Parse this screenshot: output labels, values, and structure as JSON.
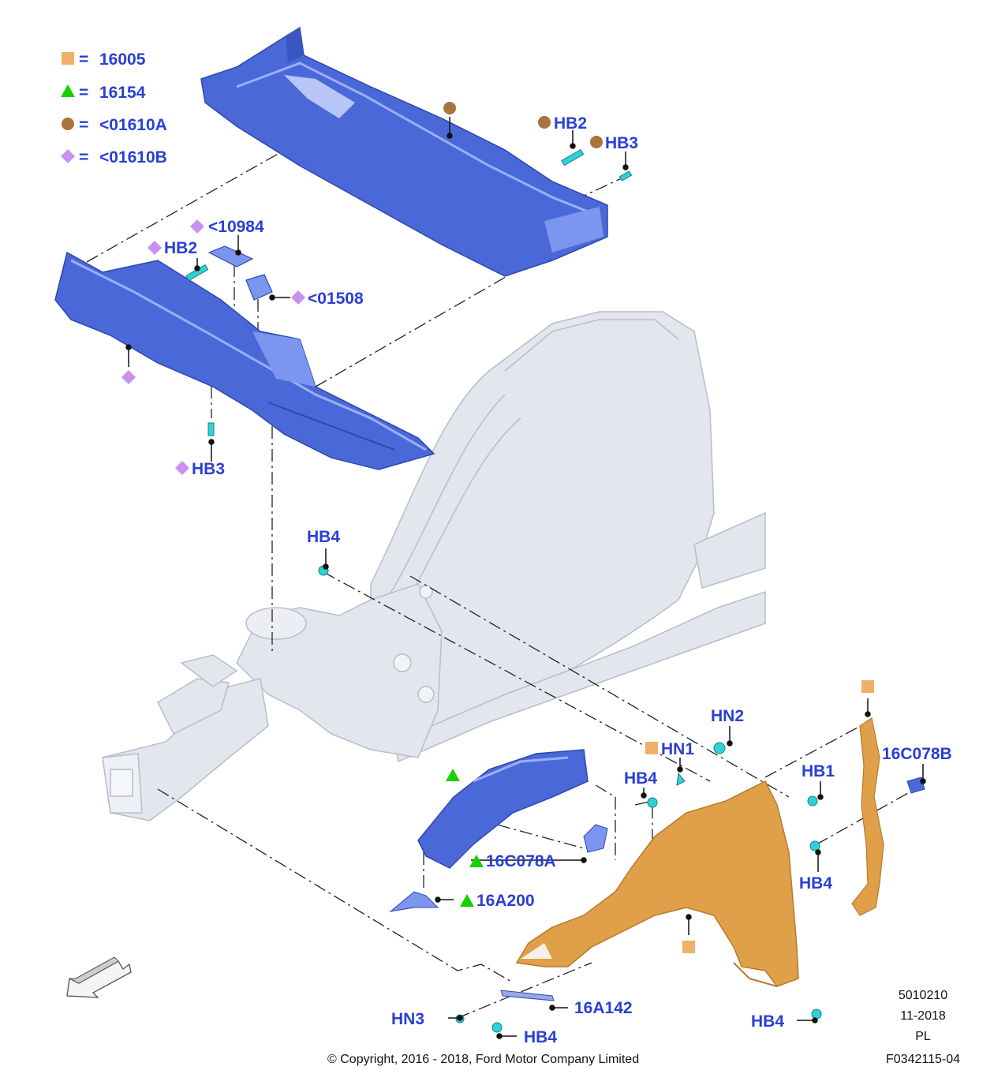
{
  "legend": [
    {
      "shape": "square",
      "color": "#f0b06a",
      "text": "16005"
    },
    {
      "shape": "triangle",
      "color": "#18d000",
      "text": "16154"
    },
    {
      "shape": "circle",
      "color": "#a8733c",
      "text": "<01610A"
    },
    {
      "shape": "diamond",
      "color": "#c792ef",
      "text": "<01610B"
    }
  ],
  "colors": {
    "label": "#2a3fd4",
    "part_blue": "#4a68d8",
    "part_blue_light": "#7c95ee",
    "fastener": "#2fd2d2",
    "fender": "#e0a04a",
    "body": "#e4e6ee",
    "body_line": "#b8bccb"
  },
  "callouts": {
    "hb2_top": "HB2",
    "hb3_top": "HB3",
    "c10984": "<10984",
    "hb2_mid": "HB2",
    "c01508": "<01508",
    "hb3_mid": "HB3",
    "hb4_upper": "HB4",
    "hn2": "HN2",
    "hn1": "HN1",
    "hb4_center": "HB4",
    "hb1": "HB1",
    "c16c078b": "16C078B",
    "hb4_right": "HB4",
    "c16c078a": "16C078A",
    "c16a200": "16A200",
    "c16a142": "16A142",
    "hn3": "HN3",
    "hb4_bottom": "HB4",
    "hb4_fender": "HB4"
  },
  "footer": {
    "copyright": "© Copyright, 2016 - 2018, Ford Motor Company Limited",
    "code1": "5010210",
    "date": "11-2018",
    "lang": "PL",
    "ref": "F0342115-04"
  }
}
